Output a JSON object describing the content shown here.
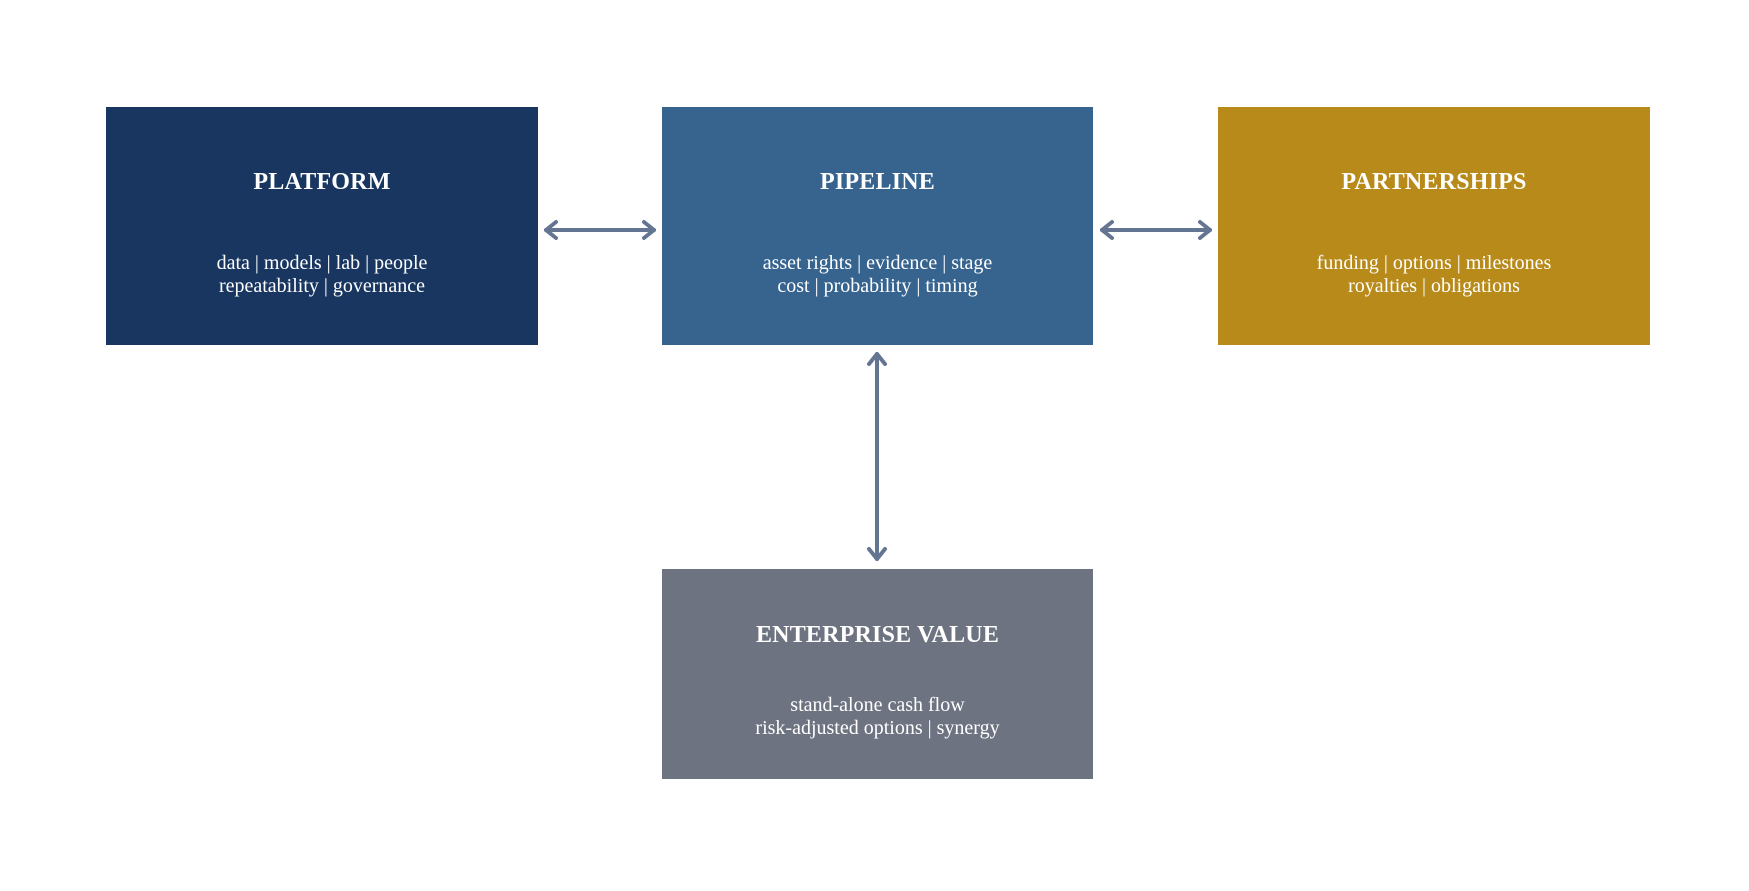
{
  "colors": {
    "platform": "#183660",
    "pipeline": "#36648f",
    "partnerships": "#b78a1a",
    "enterprise_value": "#6d7380",
    "connector": "#647591",
    "text": "#ffffff"
  },
  "nodes": {
    "platform": {
      "title": "PLATFORM",
      "line1": "data | models | lab | people",
      "line2": "repeatability | governance"
    },
    "pipeline": {
      "title": "PIPELINE",
      "line1": "asset rights | evidence | stage",
      "line2": "cost | probability | timing"
    },
    "partnerships": {
      "title": "PARTNERSHIPS",
      "line1": "funding | options | milestones",
      "line2": "royalties | obligations"
    },
    "enterprise_value": {
      "title": "ENTERPRISE VALUE",
      "line1": "stand-alone cash flow",
      "line2": "risk-adjusted options | synergy"
    }
  },
  "edges": [
    {
      "from": "platform",
      "to": "pipeline",
      "direction": "both"
    },
    {
      "from": "pipeline",
      "to": "partnerships",
      "direction": "both"
    },
    {
      "from": "pipeline",
      "to": "enterprise_value",
      "direction": "both"
    }
  ]
}
